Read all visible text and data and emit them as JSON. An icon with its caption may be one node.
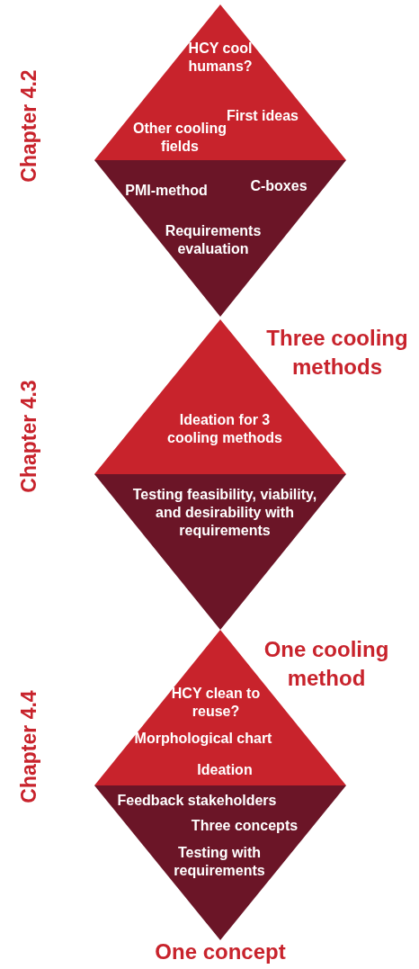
{
  "diagram": {
    "nodes": [
      {
        "text": [
          "HCY cool humans?",
          "Other cooling fields",
          "First ideas"
        ]
      },
      {
        "text": [
          "PMI-method",
          "C-boxes",
          "Requirements evaluation"
        ]
      },
      {
        "text": [
          "Ideation for 3 cooling methods"
        ]
      },
      {
        "text": [
          "Testing feasibility, viability, and desirability with requirements"
        ]
      },
      {
        "text": [
          "HCY clean to reuse?",
          "Morphological chart",
          "Ideation"
        ]
      },
      {
        "text": [
          "Feedback stakeholders",
          "Three concepts",
          "Testing with requirements"
        ]
      }
    ],
    "edges": [],
    "labels": [
      "Chapter 4.2",
      "Three cooling methods",
      "Chapter 4.3",
      "One cooling method",
      "Chapter 4.4",
      "One concept"
    ]
  }
}
